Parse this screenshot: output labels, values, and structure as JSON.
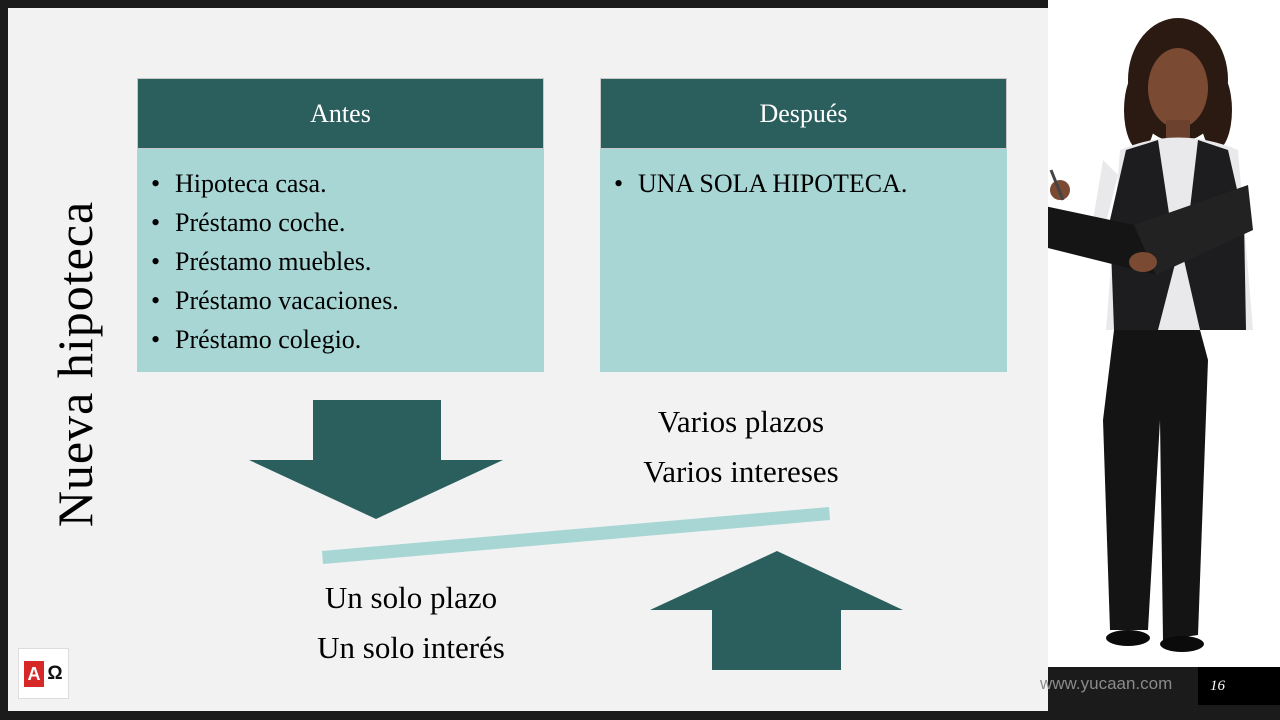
{
  "slide": {
    "title": "Nueva hipoteca",
    "before": {
      "header": "Antes",
      "items": [
        "Hipoteca casa.",
        "Préstamo coche.",
        "Préstamo muebles.",
        "Préstamo vacaciones.",
        "Préstamo colegio."
      ]
    },
    "after": {
      "header": "Después",
      "items": [
        "UNA SOLA HIPOTECA."
      ]
    },
    "many": {
      "line1": "Varios plazos",
      "line2": "Varios intereses"
    },
    "single": {
      "line1": "Un solo plazo",
      "line2": "Un solo interés"
    },
    "icons": [
      "down-arrow-icon",
      "up-arrow-icon",
      "balance-beam"
    ],
    "colors": {
      "header": "#2b5f5d",
      "body": "#a7d6d5",
      "arrow": "#2b5f5d",
      "beam": "#a7d6d5"
    }
  },
  "footer": {
    "logo": {
      "letter_a": "A",
      "letter_omega": "Ω"
    },
    "website": "www.yucaan.com",
    "page_number": "16"
  }
}
